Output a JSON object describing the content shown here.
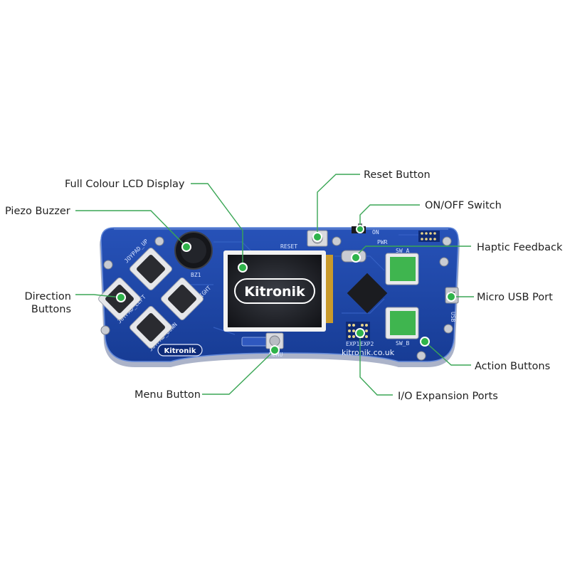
{
  "labels": {
    "lcd": "Full Colour LCD Display",
    "piezo": "Piezo Buzzer",
    "direction_line1": "Direction",
    "direction_line2": "Buttons",
    "menu": "Menu Button",
    "reset": "Reset Button",
    "onoff": "ON/OFF Switch",
    "haptic": "Haptic Feedback",
    "usb": "Micro USB Port",
    "action": "Action Buttons",
    "io": "I/O Expansion Ports"
  },
  "board": {
    "brand_screen": "Kitronik",
    "brand_logo": "Kitronik",
    "website": "kitronik.co.uk",
    "silk_menu": "MENU",
    "silk_reset": "RESET",
    "silk_sw_a": "SW_A",
    "silk_sw_b": "SW_B",
    "silk_usb": "USB",
    "silk_pwr": "PWR",
    "silk_on": "ON",
    "silk_joy_up": "JOYPAD_UP",
    "silk_joy_down": "JOYPAD_DOWN",
    "silk_joy_left": "JOYPAD_LEFT",
    "silk_joy_right": "JOYPAD_RIGHT",
    "silk_buzzer": "BZ1",
    "silk_exp1": "EXP1",
    "silk_exp2": "EXP2"
  },
  "colors": {
    "leader_line": "#3aa655",
    "marker_fill": "#2fb34a",
    "pcb": "#1d45a8",
    "action_button": "#3fb54f"
  }
}
